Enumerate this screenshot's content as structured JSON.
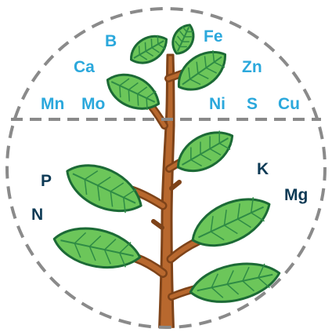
{
  "colors": {
    "micronutrient_text": "#2BA8DC",
    "macronutrient_text": "#0D3A55",
    "dashed_boundary": "#8A8A8A",
    "leaf_fill": "#6CC65A",
    "leaf_outline": "#1C6A36",
    "leaf_vein": "#2E8B45",
    "stem": "#B8682E"
  },
  "icons": {
    "plant": "plant-icon",
    "boundary": "dashed-circle",
    "divider": "dashed-line"
  },
  "micronutrients": {
    "b": "B",
    "fe": "Fe",
    "ca": "Ca",
    "zn": "Zn",
    "mn": "Mn",
    "mo": "Mo",
    "ni": "Ni",
    "s": "S",
    "cu": "Cu"
  },
  "macronutrients": {
    "p": "P",
    "n": "N",
    "k": "K",
    "mg": "Mg"
  }
}
